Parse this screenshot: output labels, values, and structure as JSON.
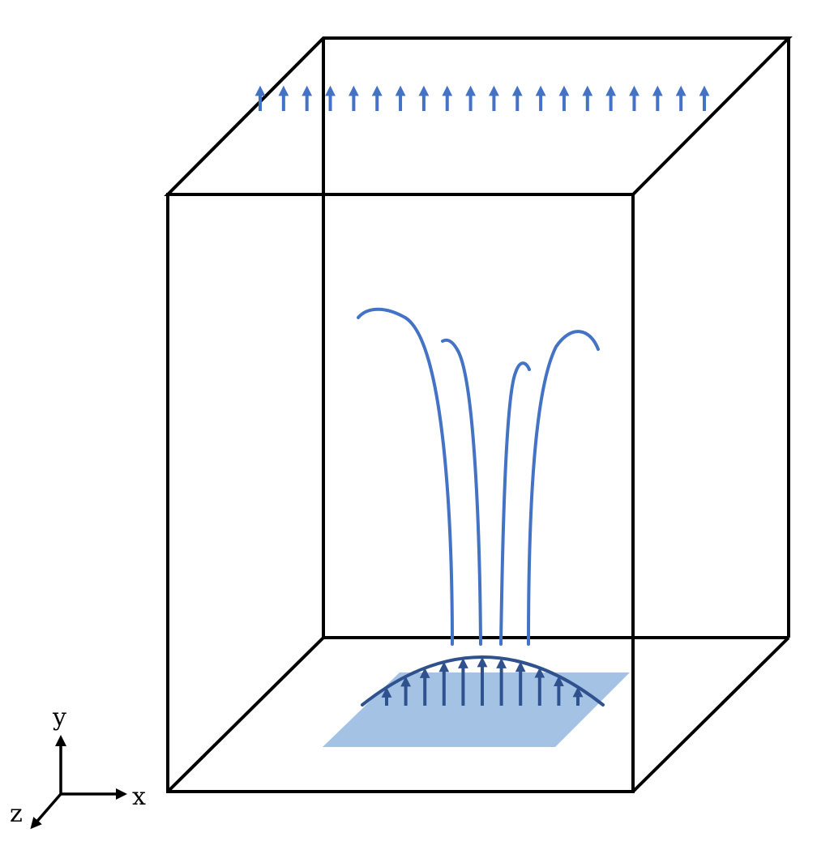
{
  "colors": {
    "box": "#000000",
    "outflow_arrows": "#4472c4",
    "streamlines": "#4472c4",
    "inlet_arrows": "#2f528f",
    "inlet_patch": "#a4c2e4",
    "axes": "#000000"
  },
  "axes": {
    "x_label": "x",
    "y_label": "y",
    "z_label": "z"
  },
  "diagram": {
    "outflow_arrow_count": 20,
    "streamline_count": 4,
    "inlet_arrow_count": 11
  }
}
